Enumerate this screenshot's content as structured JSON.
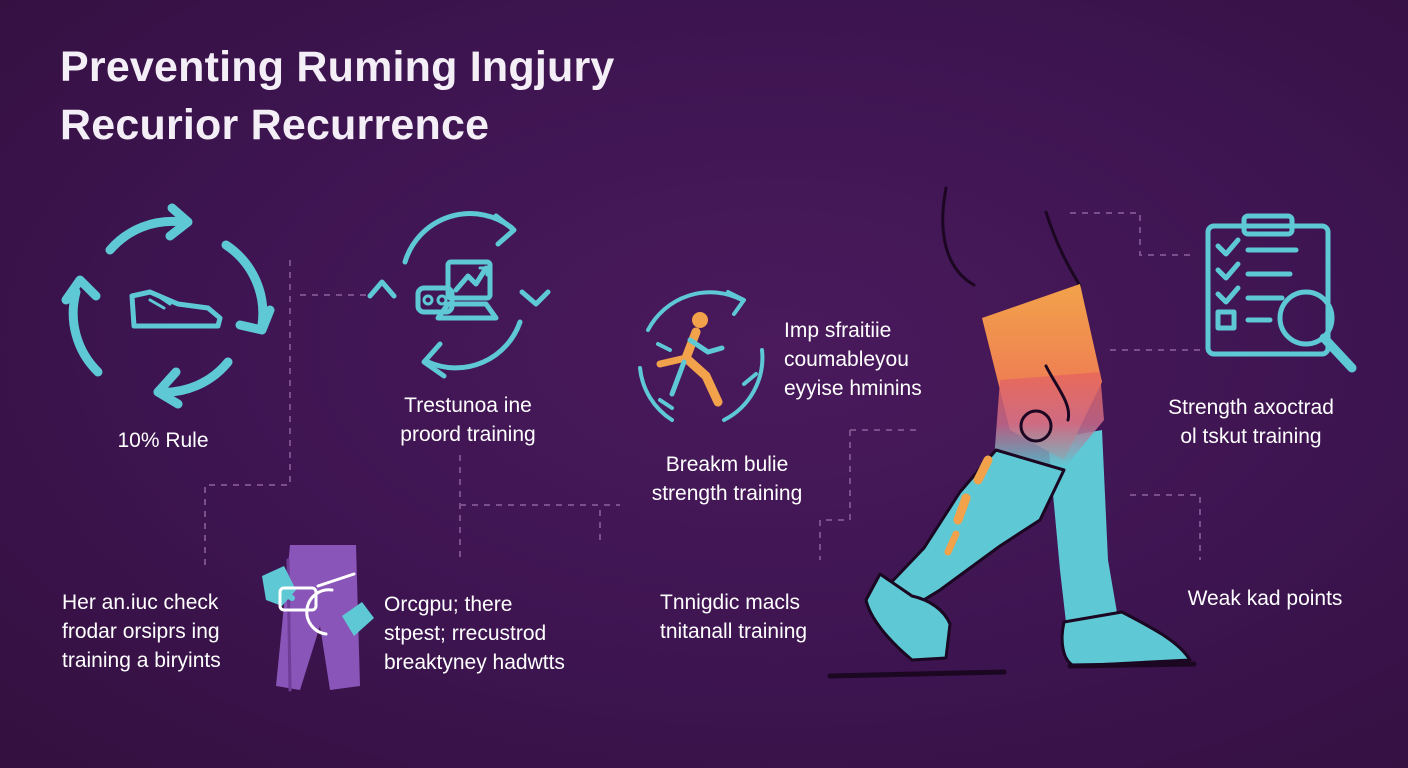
{
  "title": {
    "line1": "Preventing Ruming Ingjury",
    "line2": "Recurior Recurrence"
  },
  "labels": {
    "rule": [
      "10% Rule"
    ],
    "progressive": [
      "Trestunoa ine",
      "proord  training"
    ],
    "strength_mid": [
      "Breakm bulie",
      "strength training"
    ],
    "imbalance": [
      "Imp sfraitiie",
      "coumableyou",
      "eyyise hminins"
    ],
    "strength_right": [
      "Strength axoctrad",
      "ol tskut training"
    ],
    "hip_check": [
      "Her an.iuc check",
      "frodar orsiprs ing",
      "training a biryints"
    ],
    "breakthrough": [
      "Orcgpu; there",
      "stpest; rrecustrod",
      "breaktyney hadwtts"
    ],
    "muscles": [
      "Tnnigdic macls",
      "tnitanall training"
    ],
    "weak": [
      "Weak kad points"
    ]
  },
  "colors": {
    "background": "#3d1450",
    "icon_cyan": "#5ec8d4",
    "accent_orange": "#f2a24a",
    "accent_red": "#e8665a",
    "hip_purple": "#8a55b8",
    "dashed_line": "#7a4f8a"
  },
  "icons": [
    "cycle-shoe-icon",
    "progress-monitor-icon",
    "runner-cycle-icon",
    "clipboard-search-icon",
    "hip-brace-icon",
    "leg-injury-illustration"
  ]
}
